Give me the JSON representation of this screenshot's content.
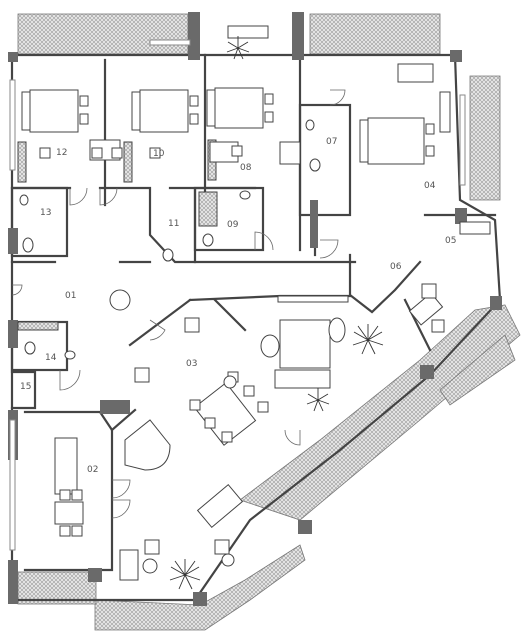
{
  "plan": {
    "rooms": [
      {
        "id": "r01",
        "label": "01"
      },
      {
        "id": "r02",
        "label": "02"
      },
      {
        "id": "r03",
        "label": "03"
      },
      {
        "id": "r04",
        "label": "04"
      },
      {
        "id": "r05",
        "label": "05"
      },
      {
        "id": "r06",
        "label": "06"
      },
      {
        "id": "r07",
        "label": "07"
      },
      {
        "id": "r08",
        "label": "08"
      },
      {
        "id": "r09",
        "label": "09"
      },
      {
        "id": "r10",
        "label": "10"
      },
      {
        "id": "r11",
        "label": "11"
      },
      {
        "id": "r12",
        "label": "12"
      },
      {
        "id": "r13",
        "label": "13"
      },
      {
        "id": "r14",
        "label": "14"
      },
      {
        "id": "r15",
        "label": "15"
      }
    ]
  }
}
